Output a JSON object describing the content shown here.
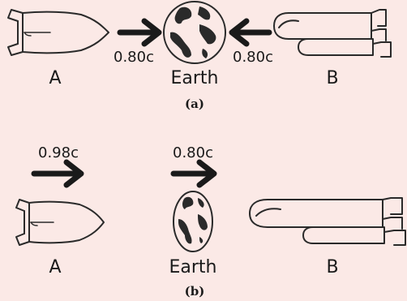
{
  "panel_a": {
    "label_ship_a": "A",
    "label_earth": "Earth",
    "label_ship_b": "B",
    "speed_left": "0.80c",
    "speed_right": "0.80c",
    "caption": "(a)"
  },
  "panel_b": {
    "label_ship_a": "A",
    "label_earth": "Earth",
    "label_ship_b": "B",
    "speed_ship_a": "0.98c",
    "speed_earth": "0.80c",
    "caption": "(b)"
  },
  "icons": [
    "rocket-icon",
    "earth-globe-icon",
    "space-shuttle-icon",
    "arrow-right-icon",
    "arrow-left-icon"
  ],
  "colors": {
    "background": "#fbe9e6",
    "ink": "#1a1a1a"
  }
}
